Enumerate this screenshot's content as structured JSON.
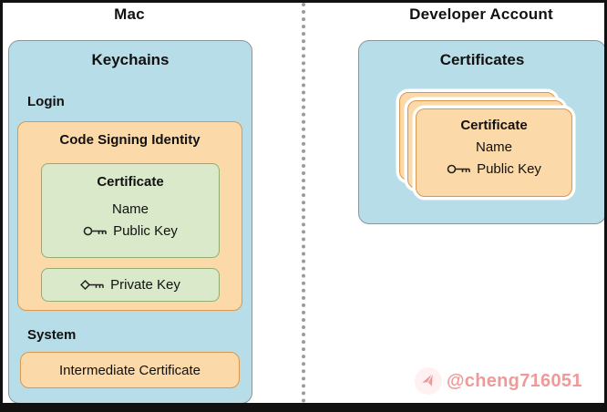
{
  "diagram": {
    "left_title": "Mac",
    "right_title": "Developer Account"
  },
  "keychains": {
    "title": "Keychains",
    "login_label": "Login",
    "system_label": "System",
    "code_signing_identity": {
      "title": "Code Signing Identity",
      "certificate": {
        "title": "Certificate",
        "name": "Name",
        "public_key_label": "Public Key"
      },
      "private_key_label": "Private Key"
    },
    "intermediate_certificate_label": "Intermediate Certificate"
  },
  "developer_account": {
    "certificates_title": "Certificates",
    "certificate": {
      "title": "Certificate",
      "name": "Name",
      "public_key_label": "Public Key"
    }
  },
  "watermark": {
    "handle": "@cheng716051"
  },
  "colors": {
    "panel_fill": "#b7dde8",
    "panel_border": "#88979c",
    "card_fill": "#fbd9a8",
    "card_border": "#d9984c",
    "key_fill": "#d9e9c9",
    "key_border": "#93ac74",
    "watermark_text": "#ef8f8f"
  },
  "icons": {
    "public_key": "round-key-icon",
    "private_key": "diamond-key-icon",
    "watermark_badge": "paper-plane-icon"
  }
}
